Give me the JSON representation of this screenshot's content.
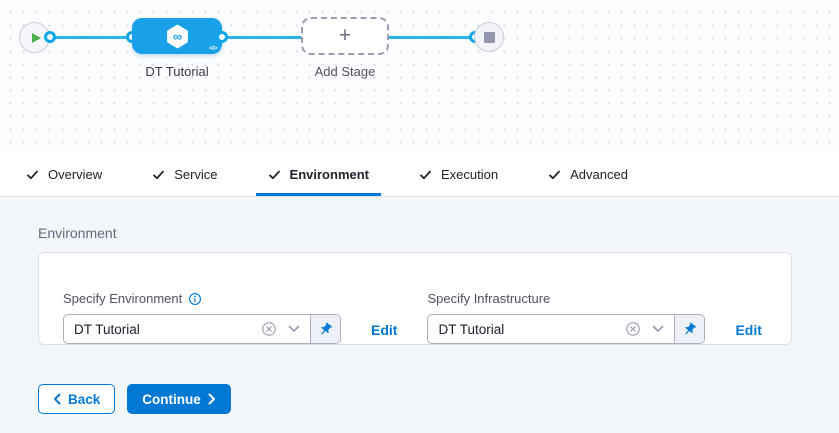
{
  "pipeline_canvas": {
    "stage": {
      "label": "DT Tutorial",
      "icon": "cd-hexagon-infinity-icon",
      "code_badge": "</>",
      "infinity_glyph": "∞"
    },
    "add_stage": {
      "label": "Add Stage",
      "plus_glyph": "+"
    }
  },
  "tabs": [
    {
      "label": "Overview",
      "checked": true,
      "active": false
    },
    {
      "label": "Service",
      "checked": true,
      "active": false
    },
    {
      "label": "Environment",
      "checked": true,
      "active": true
    },
    {
      "label": "Execution",
      "checked": true,
      "active": false
    },
    {
      "label": "Advanced",
      "checked": true,
      "active": false
    }
  ],
  "environment_section": {
    "title": "Environment",
    "fields": [
      {
        "label": "Specify Environment",
        "value": "DT Tutorial",
        "edit_label": "Edit",
        "has_info_icon": true
      },
      {
        "label": "Specify Infrastructure",
        "value": "DT Tutorial",
        "edit_label": "Edit",
        "has_info_icon": false
      }
    ]
  },
  "footer": {
    "back_label": "Back",
    "continue_label": "Continue"
  },
  "colors": {
    "primary_blue": "#0278d5",
    "node_blue": "#18a0e8",
    "connector_blue": "#2ab4e8",
    "success_green": "#4caf50",
    "canvas_bg": "#fbfdfe",
    "section_bg": "#f3f7fa"
  }
}
